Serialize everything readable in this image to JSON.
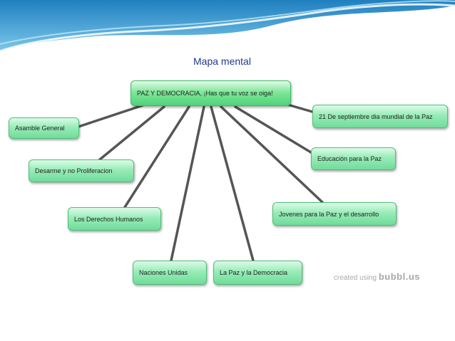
{
  "slide": {
    "title": "Mapa mental"
  },
  "mindmap": {
    "center": "PAZ Y DEMOCRACIA, ¡Has que tu voz se oiga!",
    "branches": [
      "Asamble General",
      "Desarme y no Proliferacion",
      "Los Derechos Humanos",
      "Naciones Unidas",
      "La Paz y la Democracia",
      "Jovenes para la Paz y el desarrollo",
      "Educación para la Paz",
      "21 De septiembre dia mundial de la Paz"
    ]
  },
  "credit": {
    "prefix": "created using",
    "brand": "bubbl.us"
  },
  "colors": {
    "node_fill": "#7fe3a3",
    "node_border": "#4fbf78",
    "link": "#555555",
    "header_blue": "#2f8fc8"
  }
}
